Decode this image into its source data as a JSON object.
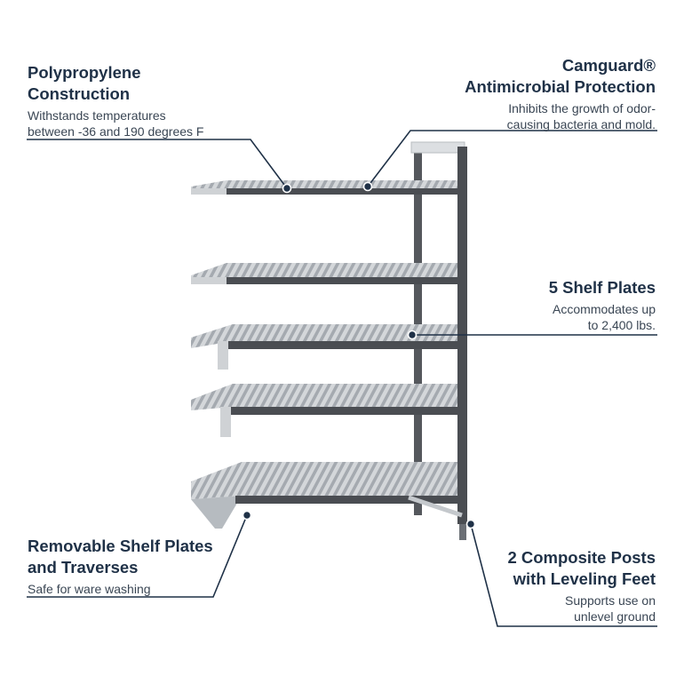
{
  "callouts": {
    "polypropylene": {
      "title_line1": "Polypropylene",
      "title_line2": "Construction",
      "desc_line1": "Withstands temperatures",
      "desc_line2": "between -36 and 190 degrees F"
    },
    "camguard": {
      "title_line1": "Camguard®",
      "title_line2": "Antimicrobial Protection",
      "desc_line1": "Inhibits the growth of odor-",
      "desc_line2": "causing bacteria and mold."
    },
    "shelf_plates": {
      "title_line1": "5 Shelf Plates",
      "desc_line1": "Accommodates up",
      "desc_line2": "to 2,400 lbs."
    },
    "removable": {
      "title_line1": "Removable Shelf Plates",
      "title_line2": "and Traverses",
      "desc_line1": "Safe for ware washing"
    },
    "posts": {
      "title_line1": "2 Composite Posts",
      "title_line2": "with Leveling Feet",
      "desc_line1": "Supports use on",
      "desc_line2": "unlevel ground"
    }
  },
  "colors": {
    "text": "#1f3147",
    "leader": "#1f3147",
    "post": "#4a4d52",
    "shelf": "#c9ccd0",
    "shelf_slat": "#a9adb2"
  }
}
